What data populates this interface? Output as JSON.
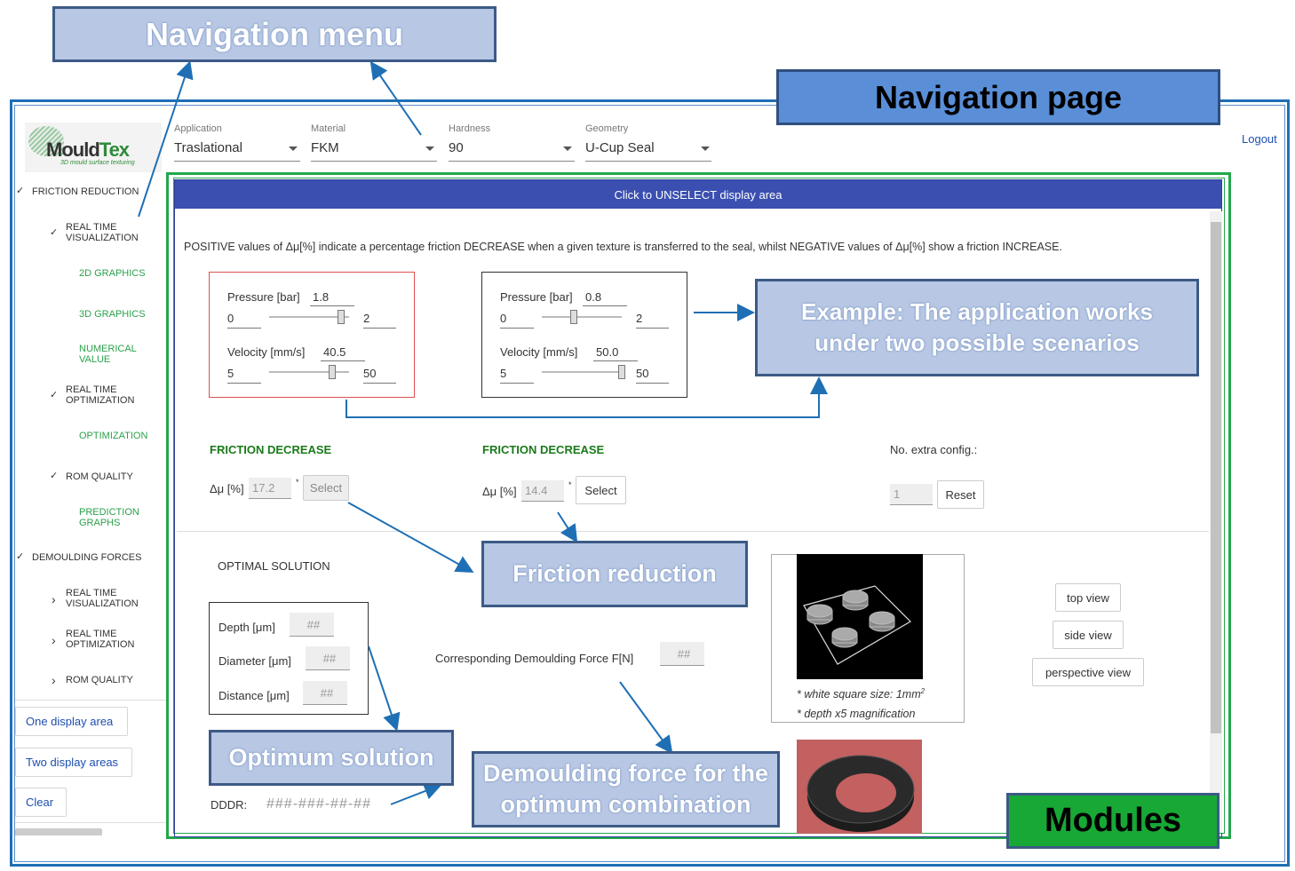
{
  "annotations": {
    "navigation_menu": "Navigation menu",
    "navigation_page": "Navigation page",
    "example": "Example: The application works under two possible scenarios",
    "friction_reduction": "Friction reduction",
    "optimum_solution": "Optimum solution",
    "demoulding_force": "Demoulding force for the optimum combination",
    "modules": "Modules"
  },
  "logo": {
    "text_a": "Mould",
    "text_b": "Tex",
    "tagline": "3D mould surface texturing"
  },
  "topbar": {
    "selects": [
      {
        "label": "Application",
        "value": "Traslational"
      },
      {
        "label": "Material",
        "value": "FKM"
      },
      {
        "label": "Hardness",
        "value": "90"
      },
      {
        "label": "Geometry",
        "value": "U-Cup Seal"
      }
    ],
    "logout": "Logout"
  },
  "sidebar": {
    "friction_reduction": "FRICTION REDUCTION",
    "rt_visualization_1": "REAL TIME",
    "rt_visualization_2": "VISUALIZATION",
    "graphics_2d": "2D GRAPHICS",
    "graphics_3d": "3D GRAPHICS",
    "numerical_1": "NUMERICAL",
    "numerical_2": "VALUE",
    "rt_optimization_1": "REAL TIME",
    "rt_optimization_2": "OPTIMIZATION",
    "optimization": "OPTIMIZATION",
    "rom_quality": "ROM QUALITY",
    "prediction_1": "PREDICTION",
    "prediction_2": "GRAPHS",
    "demoulding_forces": "DEMOULDING FORCES",
    "dm_rt_visualization_1": "REAL TIME",
    "dm_rt_visualization_2": "VISUALIZATION",
    "dm_rt_optimization_1": "REAL TIME",
    "dm_rt_optimization_2": "OPTIMIZATION",
    "dm_rom_quality": "ROM QUALITY",
    "one_display": "One display area",
    "two_display": "Two display areas",
    "clear": "Clear"
  },
  "display": {
    "header": "Click to UNSELECT display area",
    "info": "POSITIVE values of Δμ[%] indicate a percentage friction DECREASE when a given texture is transferred to the seal, whilst NEGATIVE values of Δμ[%] show a friction INCREASE.",
    "scenario1": {
      "pressure_label": "Pressure [bar]",
      "pressure": "1.8",
      "p_min": "0",
      "p_max": "2",
      "p_fraction": 0.9,
      "velocity_label": "Velocity [mm/s]",
      "velocity": "40.5",
      "v_min": "5",
      "v_max": "50",
      "v_fraction": 0.79,
      "result_title": "FRICTION DECREASE",
      "dmu_label": "Δμ [%]",
      "dmu": "17.2",
      "select": "Select"
    },
    "scenario2": {
      "pressure_label": "Pressure [bar]",
      "pressure": "0.8",
      "p_min": "0",
      "p_max": "2",
      "p_fraction": 0.4,
      "velocity_label": "Velocity [mm/s]",
      "velocity": "50.0",
      "v_min": "5",
      "v_max": "50",
      "v_fraction": 1.0,
      "result_title": "FRICTION DECREASE",
      "dmu_label": "Δμ [%]",
      "dmu": "14.4",
      "select": "Select"
    },
    "extra_label": "No. extra config.:",
    "extra_value": "1",
    "reset": "Reset",
    "optimal_solution": "OPTIMAL SOLUTION",
    "depth_label": "Depth [μm]",
    "depth": "##",
    "diameter_label": "Diameter [μm]",
    "diameter": "##",
    "distance_label": "Distance [μm]",
    "distance": "##",
    "force_label": "Corresponding Demoulding Force F[N]",
    "force": "##",
    "dddr_label": "DDDR:",
    "dddr": "###-###-##-##",
    "note1": "* white square size: 1mm",
    "note1_sup": "2",
    "note2": "* depth x5 magnification",
    "top_view": "top view",
    "side_view": "side view",
    "perspective_view": "perspective view"
  }
}
